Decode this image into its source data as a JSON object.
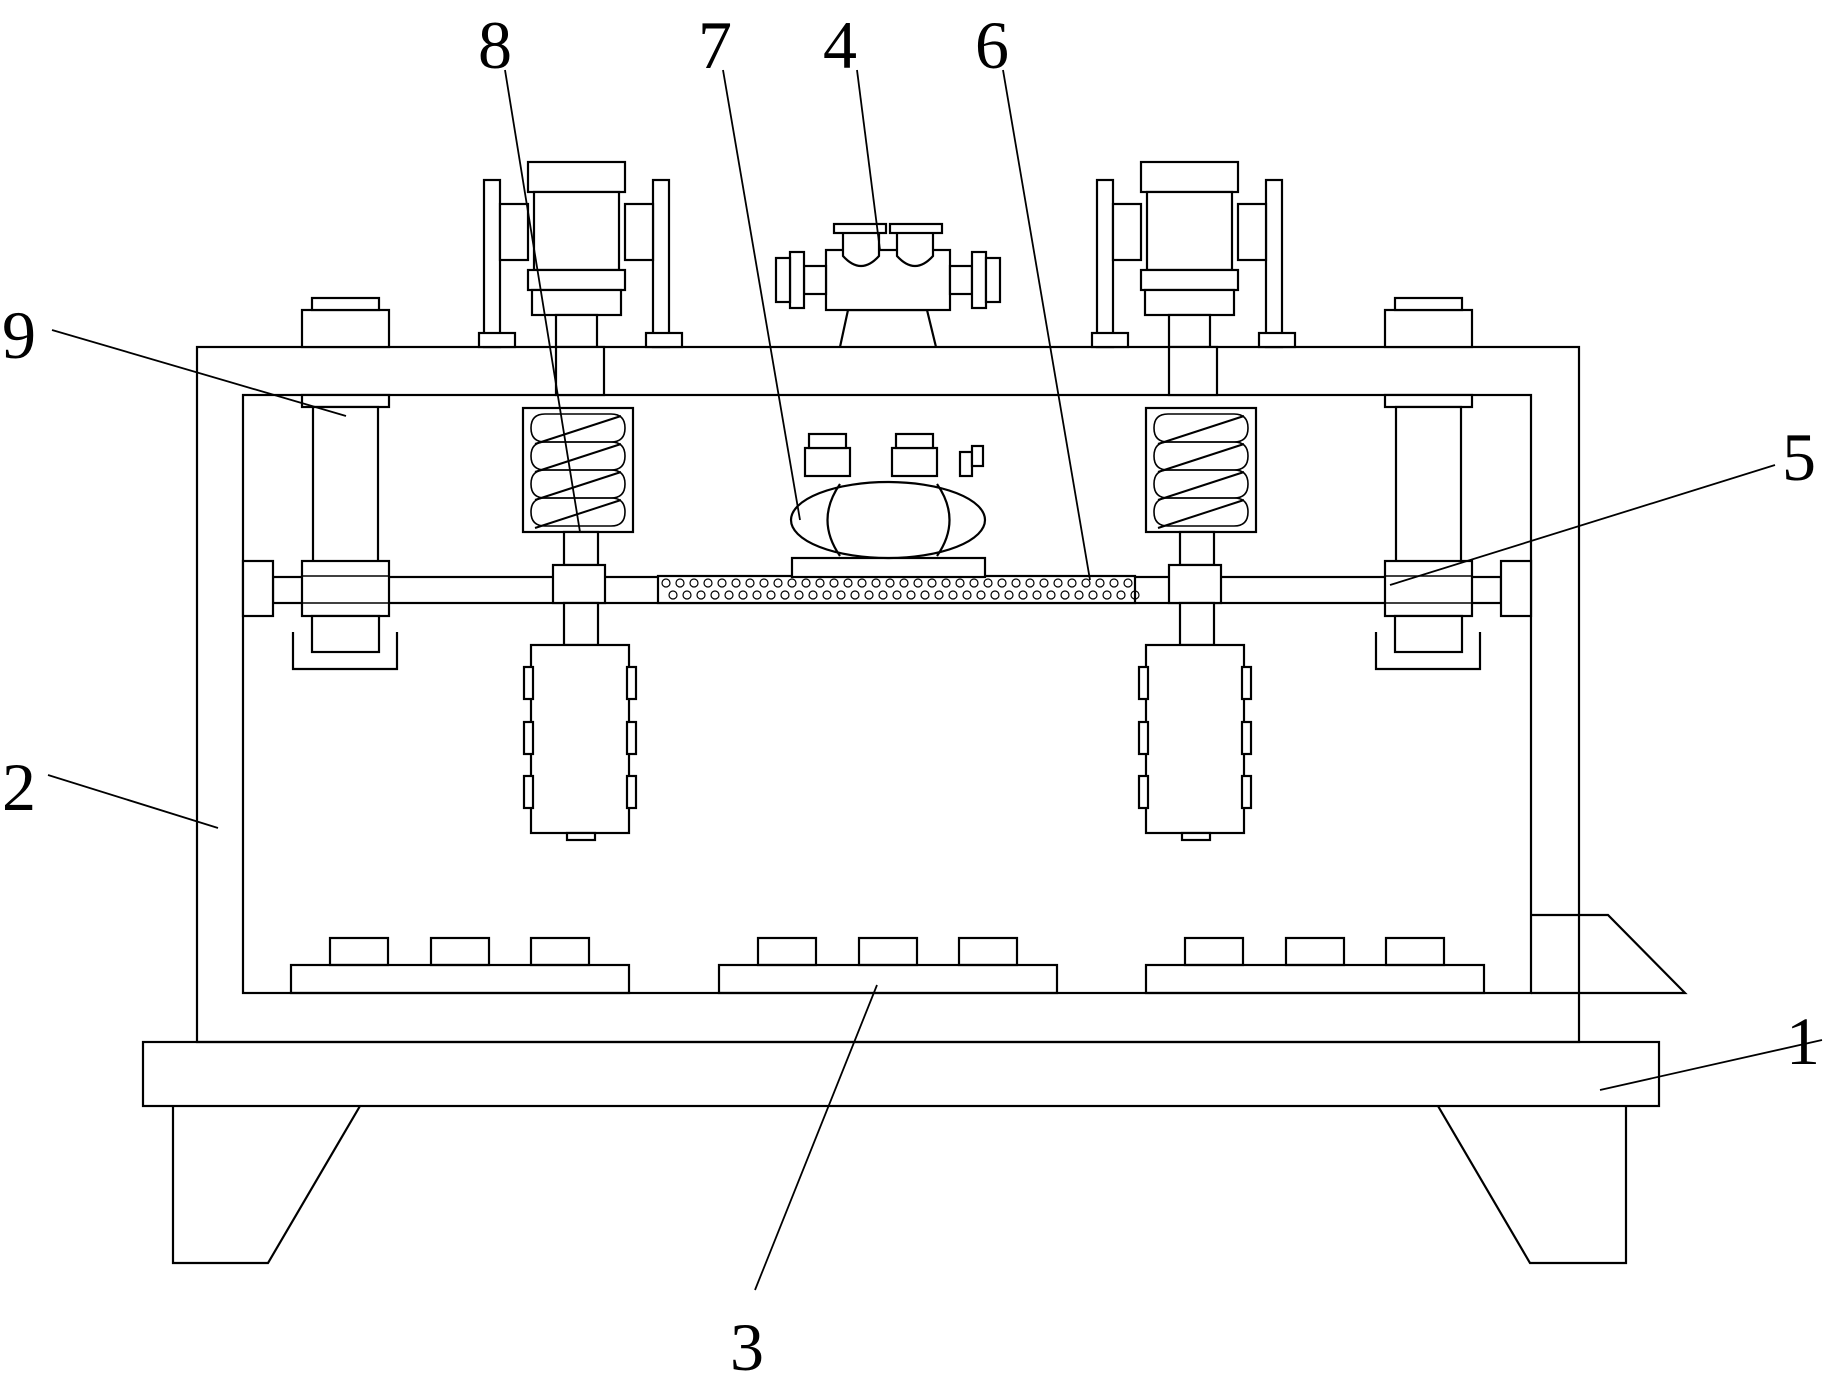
{
  "diagram": {
    "stroke_color": "#000000",
    "background_color": "#ffffff",
    "callouts": [
      {
        "id": "1",
        "label": "1"
      },
      {
        "id": "2",
        "label": "2"
      },
      {
        "id": "3",
        "label": "3"
      },
      {
        "id": "4",
        "label": "4"
      },
      {
        "id": "5",
        "label": "5"
      },
      {
        "id": "6",
        "label": "6"
      },
      {
        "id": "7",
        "label": "7"
      },
      {
        "id": "8",
        "label": "8"
      },
      {
        "id": "9",
        "label": "9"
      }
    ]
  }
}
